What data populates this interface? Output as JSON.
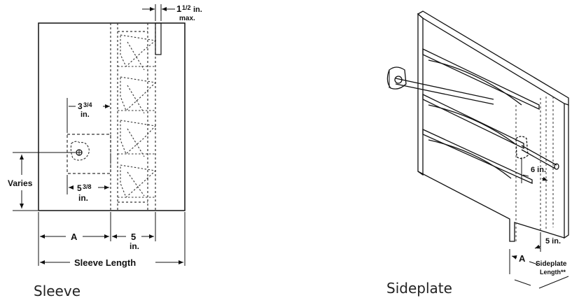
{
  "sleeve": {
    "caption": "Sleeve",
    "dim_top_value": "1",
    "dim_top_fraction": "1/2",
    "dim_top_unit": "in.",
    "dim_top_note": "max.",
    "dim_offset_value": "3",
    "dim_offset_fraction": "3/4",
    "dim_offset_unit": "in.",
    "dim_varies": "Varies",
    "dim_lower_value": "5",
    "dim_lower_fraction": "3/8",
    "dim_lower_unit": "in.",
    "dim_a": "A",
    "dim_five": "5",
    "dim_five_unit": "in.",
    "dim_sleeve_length": "Sleeve Length"
  },
  "sideplate": {
    "caption": "Sideplate",
    "dim_six": "6 in.",
    "dim_five": "5 in.",
    "dim_a": "A",
    "dim_length_line1": "Sideplate",
    "dim_length_line2": "Length**"
  },
  "colors": {
    "line": "#111111",
    "dash": "#333333",
    "background": "#ffffff"
  }
}
